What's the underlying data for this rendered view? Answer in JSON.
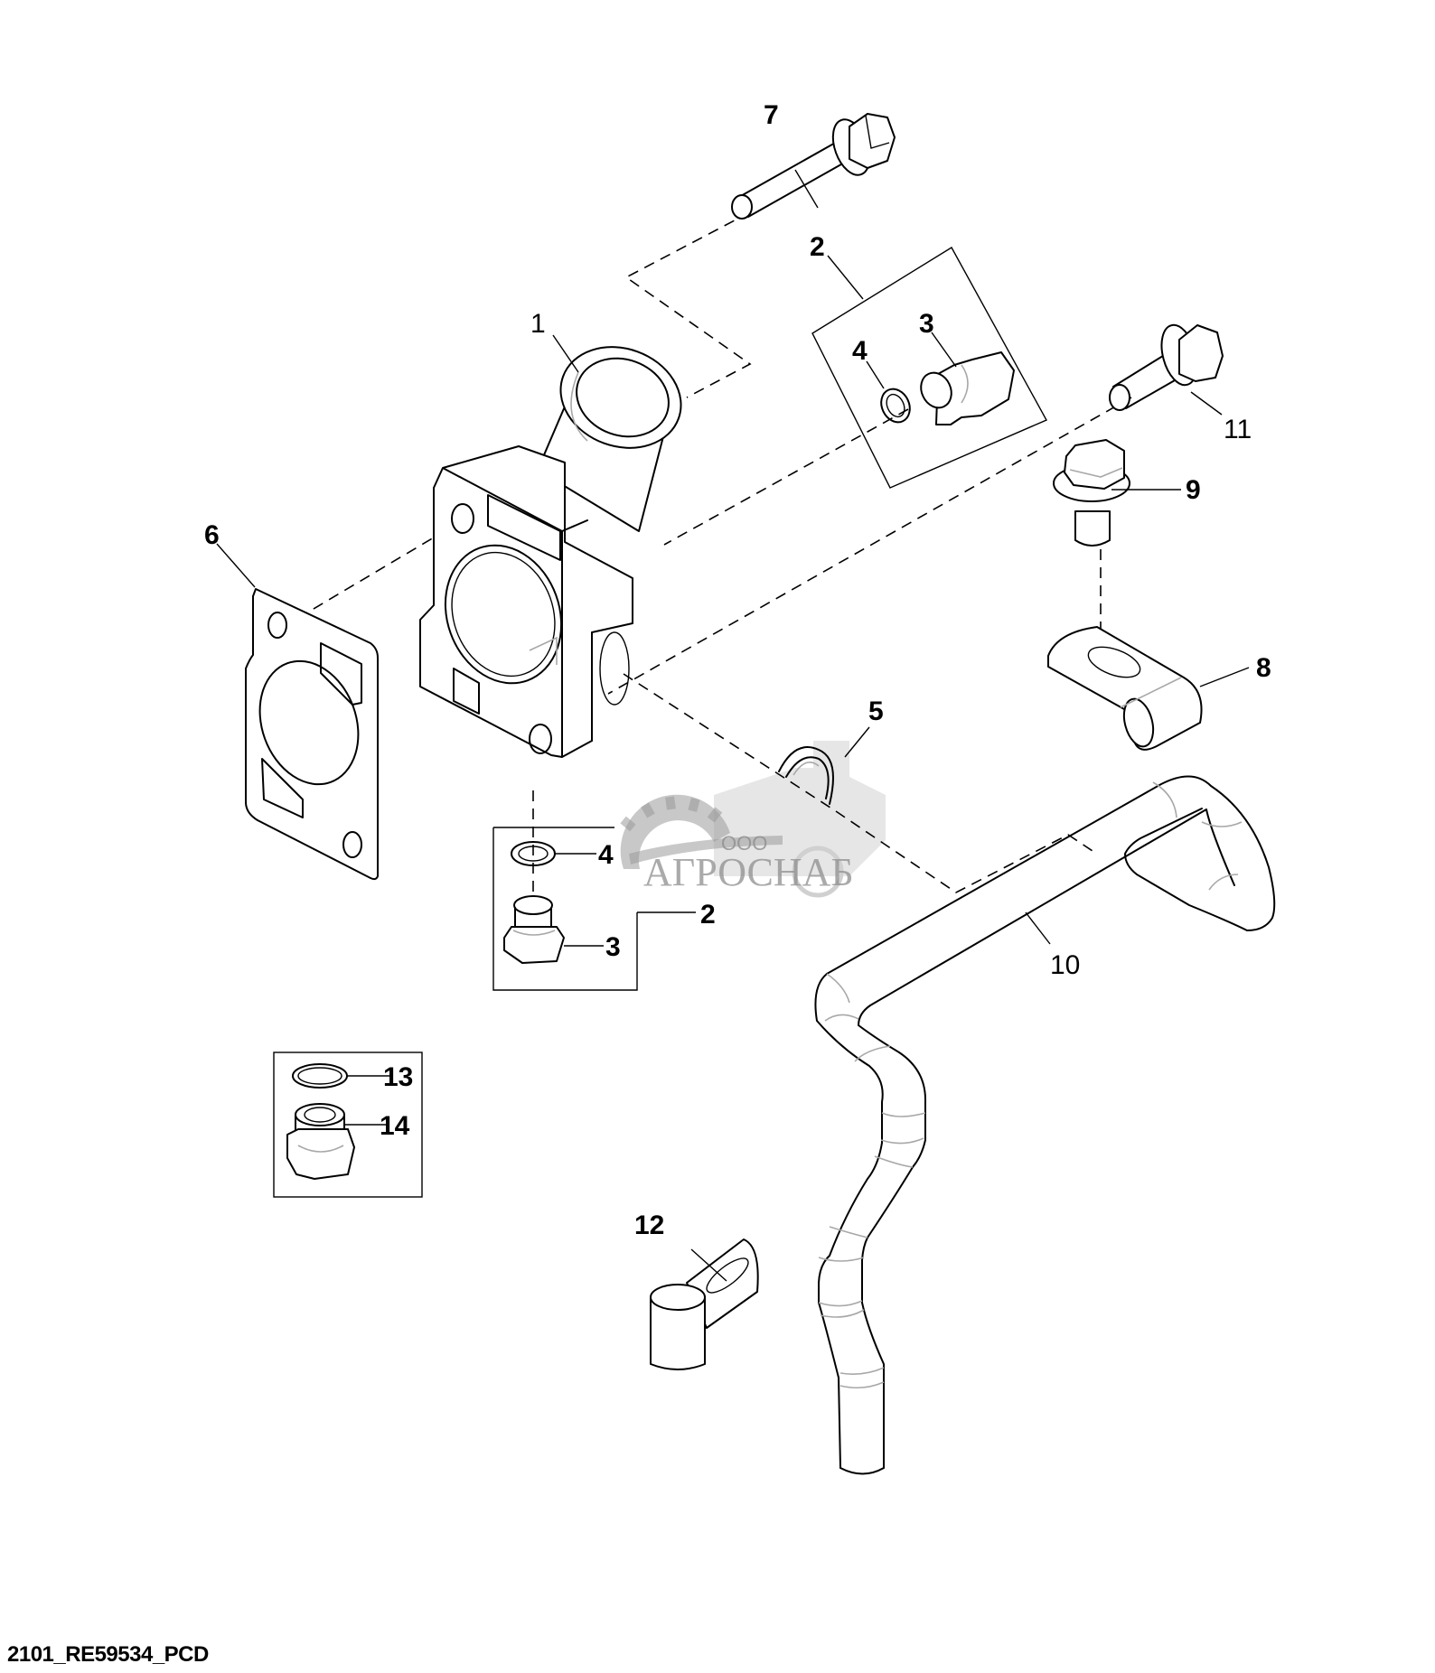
{
  "diagram": {
    "title": "Exploded parts view — thermostat housing / water outlet with coolant tube",
    "drawing_id": "2101_RE59534_PCD",
    "watermark": {
      "prefix": "ООО",
      "brand": "АГРОСНАБ"
    },
    "callouts": [
      {
        "id": "c1",
        "label": "1",
        "part": "thermostat-housing"
      },
      {
        "id": "c2a",
        "label": "2",
        "part": "plug-kit-upper"
      },
      {
        "id": "c3a",
        "label": "3",
        "part": "plug-upper"
      },
      {
        "id": "c4a",
        "label": "4",
        "part": "o-ring-upper"
      },
      {
        "id": "c5",
        "label": "5",
        "part": "seal-ring"
      },
      {
        "id": "c6",
        "label": "6",
        "part": "gasket"
      },
      {
        "id": "c7",
        "label": "7",
        "part": "flange-bolt-long"
      },
      {
        "id": "c8",
        "label": "8",
        "part": "tube-clamp"
      },
      {
        "id": "c9",
        "label": "9",
        "part": "flange-bolt-short"
      },
      {
        "id": "c10",
        "label": "10",
        "part": "coolant-tube"
      },
      {
        "id": "c11",
        "label": "11",
        "part": "flange-bolt-medium"
      },
      {
        "id": "c2b",
        "label": "2",
        "part": "plug-kit-lower"
      },
      {
        "id": "c3b",
        "label": "3",
        "part": "plug-lower"
      },
      {
        "id": "c4b",
        "label": "4",
        "part": "o-ring-lower"
      },
      {
        "id": "c12",
        "label": "12",
        "part": "tube-clip"
      },
      {
        "id": "c13",
        "label": "13",
        "part": "o-ring-alt"
      },
      {
        "id": "c14",
        "label": "14",
        "part": "plug-alt"
      }
    ]
  }
}
